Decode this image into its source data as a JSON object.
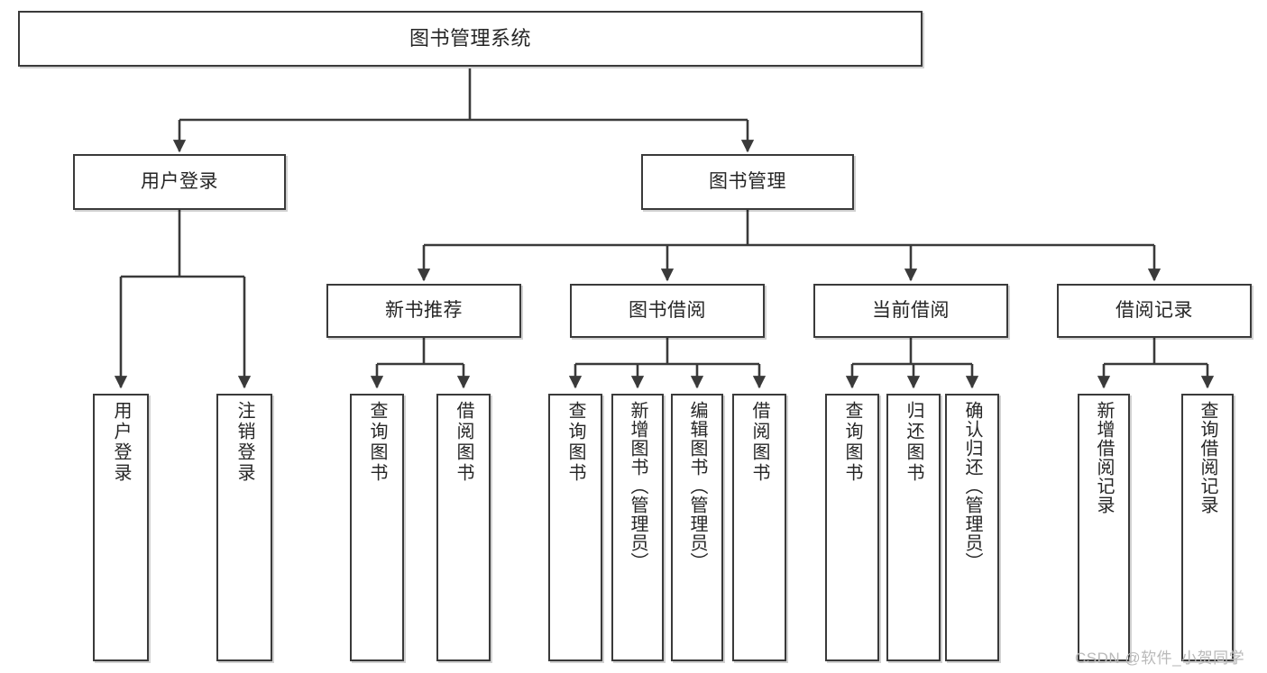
{
  "diagram": {
    "title": "图书管理系统",
    "type": "tree-hierarchy",
    "orientation": "top-down",
    "colors": {
      "box_border": "#3a3a3a",
      "box_fill": "#ffffff",
      "edge": "#3a3a3a",
      "text": "#262626",
      "watermark": "#b9b9b9",
      "background": "#ffffff"
    },
    "watermark": "CSDN @软件_小贺同学"
  },
  "nodes": {
    "root": {
      "label": "图书管理系统"
    },
    "level1": [
      {
        "id": "user-login",
        "label": "用户登录"
      },
      {
        "id": "book-manage",
        "label": "图书管理"
      }
    ],
    "level2": [
      {
        "id": "new-book-recommend",
        "label": "新书推荐"
      },
      {
        "id": "book-borrow",
        "label": "图书借阅"
      },
      {
        "id": "current-borrow",
        "label": "当前借阅"
      },
      {
        "id": "borrow-record",
        "label": "借阅记录"
      }
    ],
    "leaves": {
      "user_login": [
        {
          "id": "leaf-user-login",
          "label": "用户登录"
        },
        {
          "id": "leaf-logout-login",
          "label": "注销登录"
        }
      ],
      "new_book_recommend": [
        {
          "id": "leaf-query-book-1",
          "label": "查询图书"
        },
        {
          "id": "leaf-borrow-book-1",
          "label": "借阅图书"
        }
      ],
      "book_borrow": [
        {
          "id": "leaf-query-book-2",
          "label": "查询图书"
        },
        {
          "id": "leaf-add-book",
          "label": "新增图书（管理员）"
        },
        {
          "id": "leaf-edit-book",
          "label": "编辑图书（管理员）"
        },
        {
          "id": "leaf-borrow-book-2",
          "label": "借阅图书"
        }
      ],
      "current_borrow": [
        {
          "id": "leaf-query-book-3",
          "label": "查询图书"
        },
        {
          "id": "leaf-return-book",
          "label": "归还图书"
        },
        {
          "id": "leaf-confirm-return",
          "label": "确认归还（管理员）"
        }
      ],
      "borrow_record": [
        {
          "id": "leaf-add-record",
          "label": "新增借阅记录"
        },
        {
          "id": "leaf-query-record",
          "label": "查询借阅记录"
        }
      ]
    }
  }
}
